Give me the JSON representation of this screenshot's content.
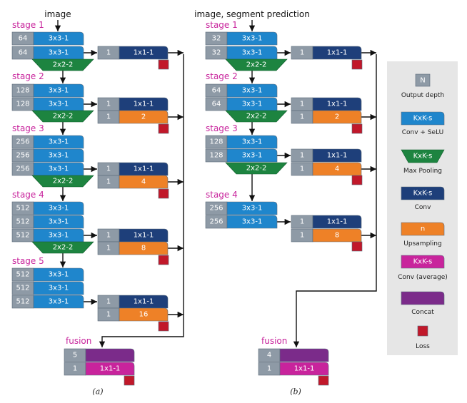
{
  "panel_a": {
    "title": "image",
    "caption": "(a)",
    "stages": [
      "stage 1",
      "stage 2",
      "stage 3",
      "stage 4",
      "stage 5"
    ],
    "depths": [
      "64",
      "64",
      "128",
      "128",
      "256",
      "256",
      "256",
      "512",
      "512",
      "512",
      "512",
      "512",
      "512"
    ],
    "conv_label": "3x3-1",
    "pool_label": "2x2-2",
    "side_depth": "1",
    "side_conv": "1x1-1",
    "upsample": [
      "2",
      "4",
      "8",
      "16"
    ],
    "fusion": {
      "label": "fusion",
      "depth_top": "5",
      "depth_bottom": "1",
      "conv": "1x1-1"
    }
  },
  "panel_b": {
    "title": "image, segment prediction",
    "caption": "(b)",
    "stages": [
      "stage 1",
      "stage 2",
      "stage 3",
      "stage 4"
    ],
    "depths": [
      "32",
      "32",
      "64",
      "64",
      "128",
      "128",
      "256",
      "256"
    ],
    "conv_label": "3x3-1",
    "pool_label": "2x2-2",
    "side_depth": "1",
    "side_conv": "1x1-1",
    "upsample": [
      "2",
      "4",
      "8"
    ],
    "fusion": {
      "label": "fusion",
      "depth_top": "4",
      "depth_bottom": "1",
      "conv": "1x1-1"
    }
  },
  "legend": {
    "depth_symbol": "N",
    "depth_text": "Output depth",
    "conv_selu_symbol": "KxK-s",
    "conv_selu_text": "Conv + SeLU",
    "pool_symbol": "KxK-s",
    "pool_text": "Max Pooling",
    "conv_symbol": "KxK-s",
    "conv_text": "Conv",
    "upsample_symbol": "n",
    "upsample_text": "Upsampling",
    "conv_avg_symbol": "KxK-s",
    "conv_avg_text": "Conv (average)",
    "concat_text": "Concat",
    "loss_text": "Loss"
  },
  "colors": {
    "gray": "#8e9aa6",
    "blue": "#1f86cc",
    "navy": "#1e3f7a",
    "green": "#1d8440",
    "orange": "#ee8127",
    "magenta": "#c8249c",
    "purple": "#7b2b8a",
    "red": "#c1182a"
  }
}
